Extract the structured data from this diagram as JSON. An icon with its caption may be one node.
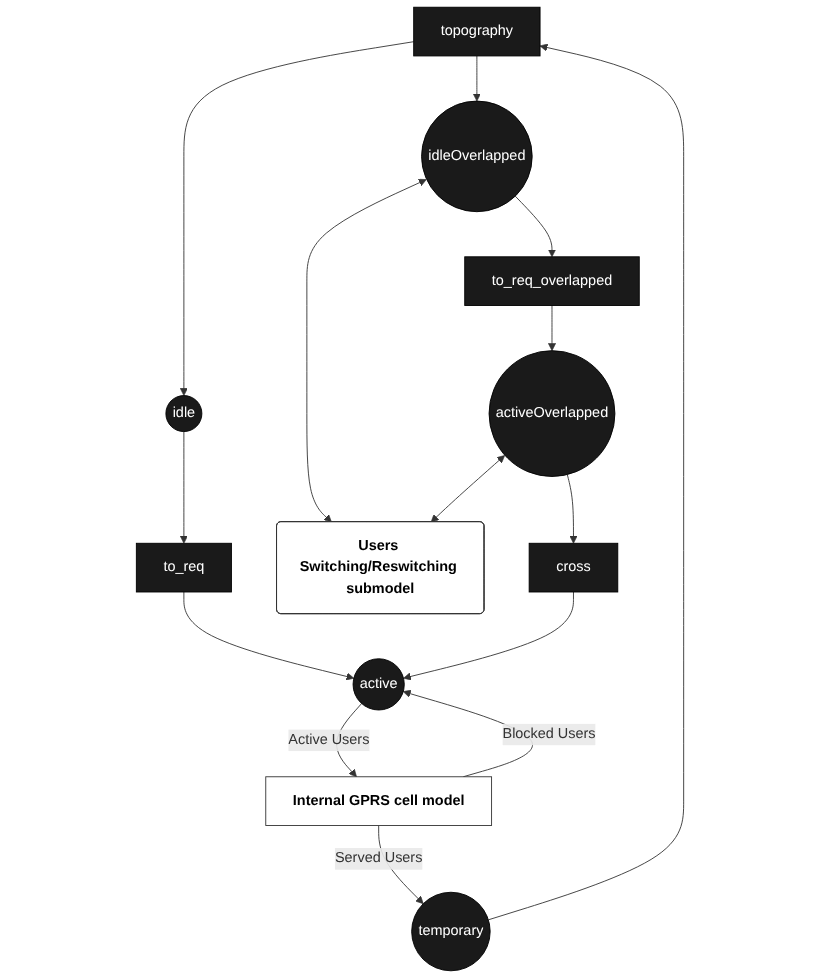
{
  "diagram": {
    "nodes": [
      {
        "text": [
          "topography"
        ]
      },
      {
        "text": [
          "temporary"
        ]
      },
      {
        "text": [
          "Internal GPRS cell model"
        ]
      },
      {
        "text": [
          "idle"
        ]
      },
      {
        "text": [
          "to_req"
        ]
      },
      {
        "text": [
          "active"
        ]
      },
      {
        "text": [
          "Users Switching/Reswitching submodel"
        ]
      },
      {
        "text": [
          "idleOverlapped"
        ]
      },
      {
        "text": [
          "to_req_overlapped"
        ]
      },
      {
        "text": [
          "activeOverlapped"
        ]
      },
      {
        "text": [
          "cross"
        ]
      }
    ],
    "edges": [
      {
        "from": 2,
        "to": 1,
        "arrow": "to",
        "label": "Served Users"
      },
      {
        "from": 1,
        "to": 0,
        "arrow": "to"
      },
      {
        "from": 0,
        "to": 3,
        "arrow": "to"
      },
      {
        "from": 0,
        "to": 7,
        "arrow": "to"
      },
      {
        "from": 3,
        "to": 4,
        "arrow": "to"
      },
      {
        "from": 4,
        "to": 5,
        "arrow": "to"
      },
      {
        "from": 2,
        "to": 5,
        "arrow": "to",
        "label": "Blocked Users"
      },
      {
        "from": 5,
        "to": 2,
        "arrow": "to",
        "label": "Active Users"
      },
      {
        "from": 7,
        "to": 6,
        "arrow": "both"
      },
      {
        "from": 7,
        "to": 8,
        "arrow": "to"
      },
      {
        "from": 8,
        "to": 9,
        "arrow": "to"
      },
      {
        "from": 9,
        "to": 6,
        "arrow": "both"
      },
      {
        "from": 9,
        "to": 10,
        "arrow": "to"
      },
      {
        "from": 10,
        "to": 5,
        "arrow": "to"
      }
    ]
  }
}
